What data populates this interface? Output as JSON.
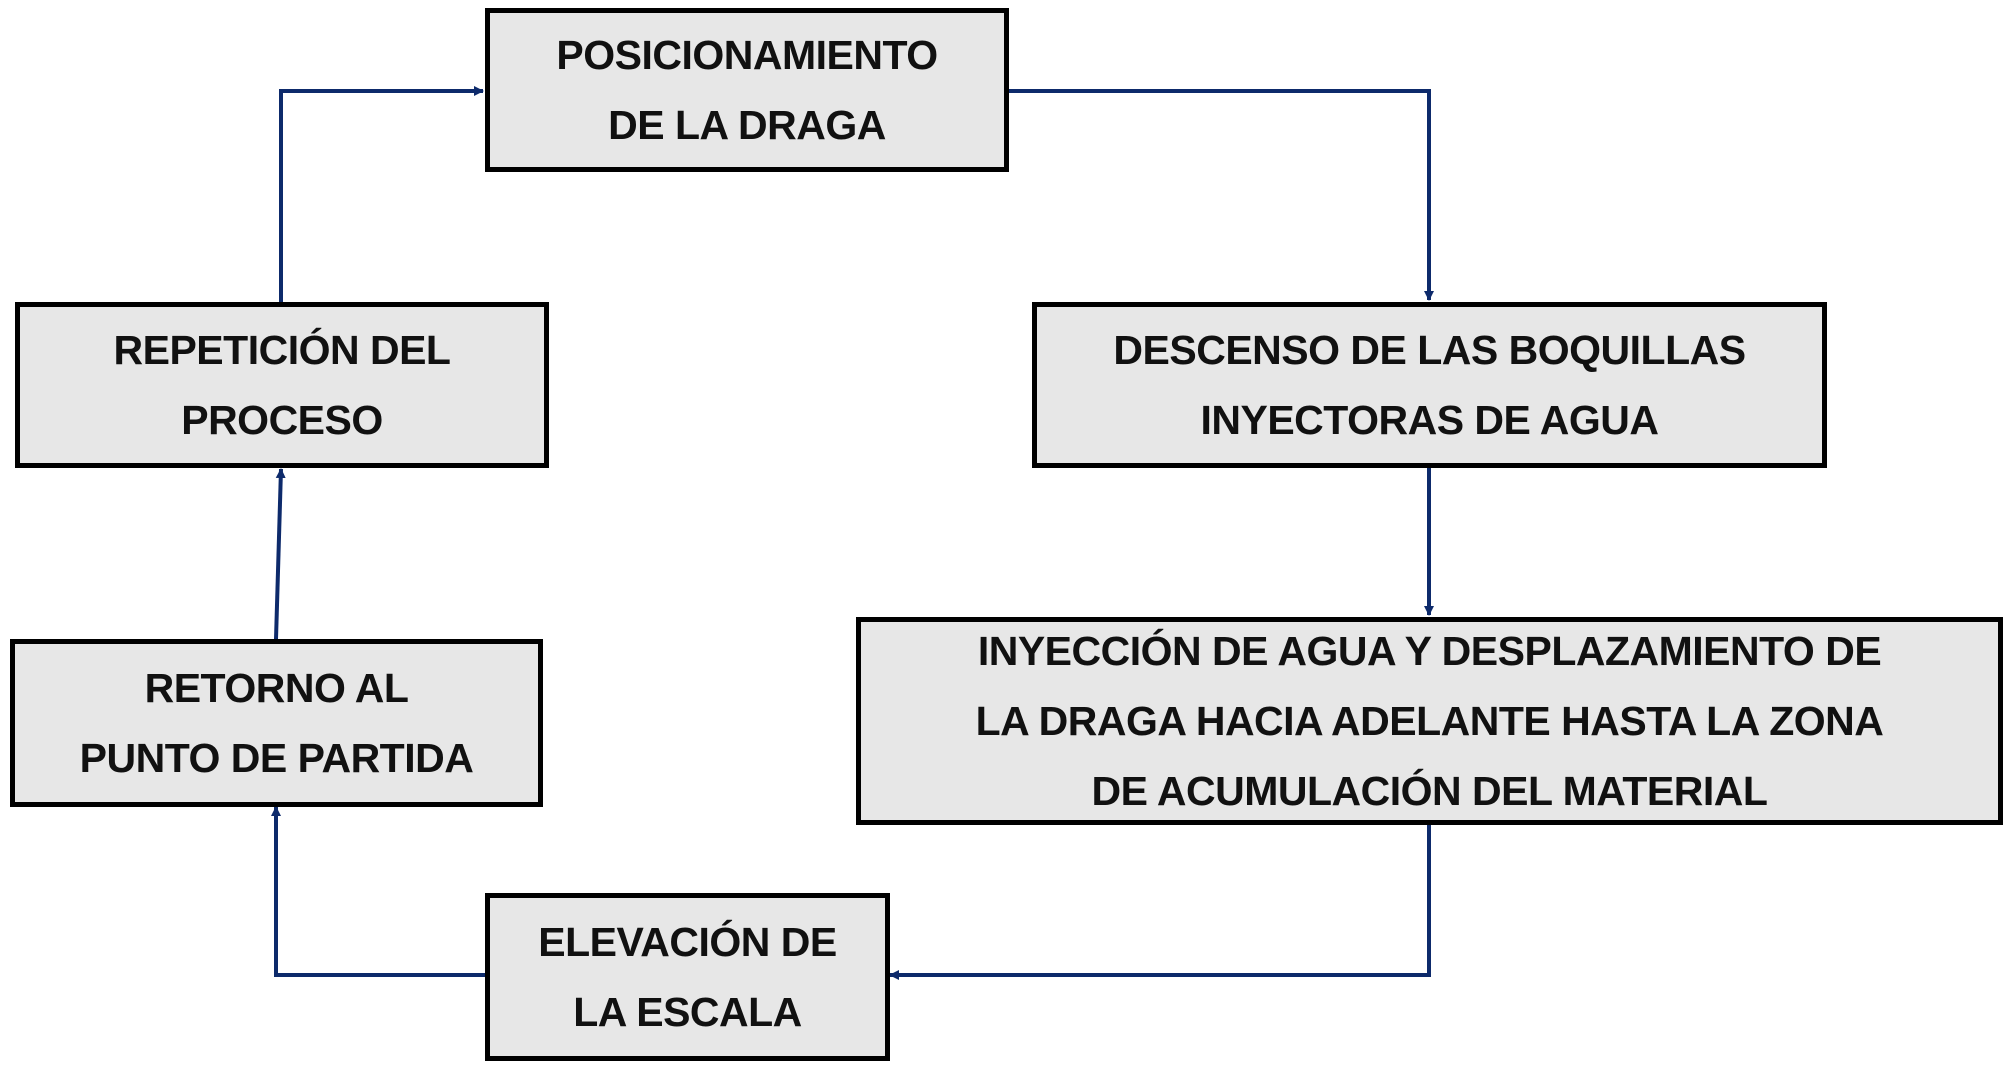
{
  "colors": {
    "arrow": "#0d2a6b",
    "box_fill": "#e7e7e7",
    "box_border": "#000000"
  },
  "steps": [
    {
      "id": "posicionamiento",
      "label": "POSICIONAMIENTO\nDE LA DRAGA"
    },
    {
      "id": "descenso",
      "label": "DESCENSO DE LAS BOQUILLAS\nINYECTORAS DE AGUA"
    },
    {
      "id": "inyeccion",
      "label": "INYECCIÓN DE AGUA Y DESPLAZAMIENTO DE\nLA DRAGA HACIA ADELANTE HASTA LA ZONA\nDE ACUMULACIÓN DEL MATERIAL"
    },
    {
      "id": "elevacion",
      "label": "ELEVACIÓN DE\nLA ESCALA"
    },
    {
      "id": "retorno",
      "label": "RETORNO AL\nPUNTO DE PARTIDA"
    },
    {
      "id": "repeticion",
      "label": "REPETICIÓN DEL\nPROCESO"
    }
  ]
}
